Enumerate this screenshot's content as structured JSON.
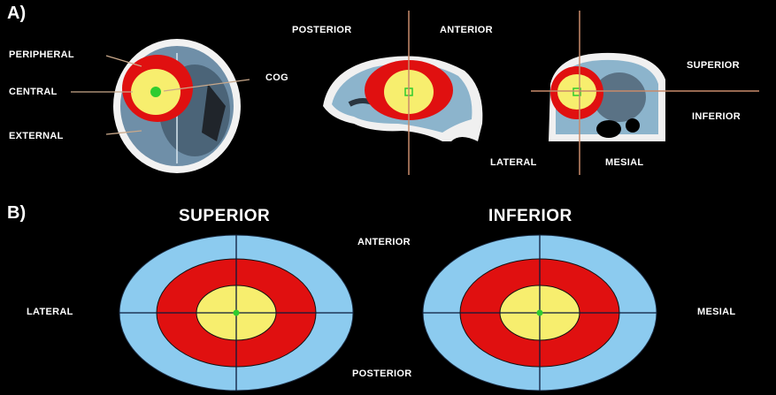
{
  "panel_a": {
    "label": "A)",
    "axial": {
      "peripheral": "PERIPHERAL",
      "central": "CENTRAL",
      "external": "EXTERNAL",
      "cog": "COG"
    },
    "sagittal": {
      "posterior": "POSTERIOR",
      "anterior": "ANTERIOR"
    },
    "coronal": {
      "superior": "SUPERIOR",
      "inferior": "INFERIOR",
      "lateral": "LATERAL",
      "mesial": "MESIAL"
    }
  },
  "panel_b": {
    "label": "B)",
    "left_title": "SUPERIOR",
    "right_title": "INFERIOR",
    "anterior": "ANTERIOR",
    "posterior": "POSTERIOR",
    "lateral": "LATERAL",
    "mesial": "MESIAL"
  },
  "colors": {
    "external": "#8ccbef",
    "peripheral": "#e01010",
    "central": "#f7ee6e",
    "cog": "#2fcc2f",
    "crosshair_a": "#c88a6a",
    "crosshair_b": "#0a1a3a",
    "background": "#000000"
  }
}
